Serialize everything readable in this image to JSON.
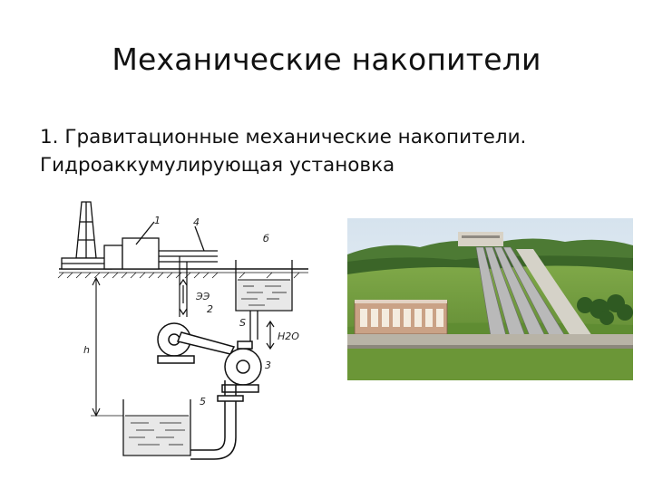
{
  "slide": {
    "title": "Механические накопители",
    "line1": "1. Гравитационные механические накопители.",
    "line2": "Гидроаккумулирующая установка"
  },
  "diagram": {
    "labels": {
      "n1": "1",
      "n2": "2",
      "n3": "3",
      "n4": "4",
      "n5": "5",
      "n6": "б",
      "ee": "ЭЭ",
      "water": "Н2О",
      "h": "h",
      "s": "S"
    }
  },
  "colors": {
    "sky": "#dfe9f1",
    "grass": "#6e9a3a",
    "forest": "#3e6a2c",
    "building": "#c9a184",
    "pipes": "#9a9a9a"
  },
  "icons": {
    "tower": "derrick-icon",
    "pump": "pump-turbine-icon",
    "reservoir": "water-tank-icon"
  }
}
